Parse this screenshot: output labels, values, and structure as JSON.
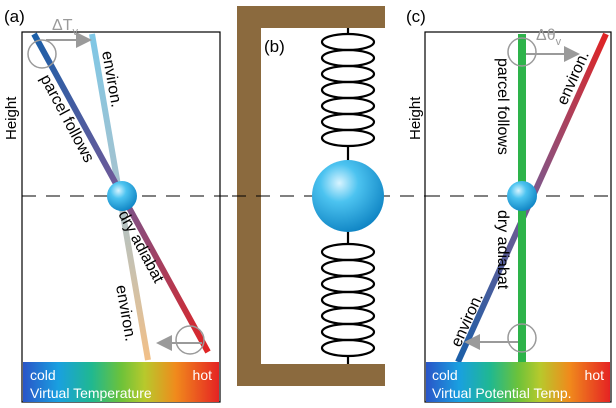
{
  "panels": {
    "a": {
      "label": "(a)",
      "ylabel": "Height",
      "delta_label": "ΔT",
      "delta_sub": "v",
      "environ_upper": "environ.",
      "parcel_follows": "parcel follows",
      "dry_adiabat": "dry adiabat",
      "environ_lower": "environ.",
      "scale_cold": "cold",
      "scale_hot": "hot",
      "scale_title": "Virtual Temperature"
    },
    "b": {
      "label": "(b)"
    },
    "c": {
      "label": "(c)",
      "ylabel": "Height",
      "delta_label": "Δθ",
      "delta_sub": "v",
      "environ_upper": "environ.",
      "parcel_follows": "parcel follows",
      "dry_adiabat": "dry adiabat",
      "environ_lower": "environ.",
      "scale_cold": "cold",
      "scale_hot": "hot",
      "scale_title": "Virtual Potential Temp."
    }
  },
  "colors": {
    "frame_brown": "#8B6A3E",
    "sphere": "#1AA6E0",
    "green_line": "#2DB34A",
    "arrow_gray": "#9A9A9A",
    "cold_blue": "#1B5FA8",
    "hot_red": "#E02424"
  }
}
